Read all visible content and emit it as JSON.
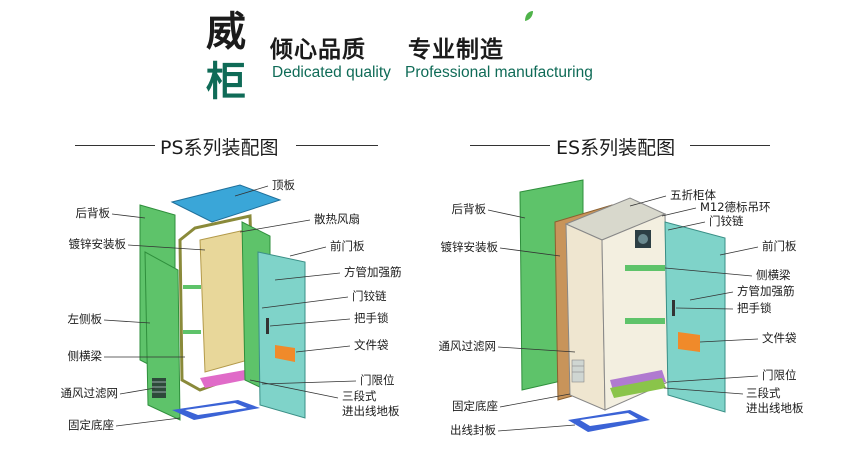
{
  "header": {
    "brand_char_1": "威",
    "brand_char_2": "柜",
    "slogan_cn_1": "倾心品质",
    "slogan_cn_2": "专业制造",
    "slogan_en_1": "Dedicated quality",
    "slogan_en_2": "Professional manufacturing"
  },
  "ps": {
    "title": "PS系列装配图",
    "labels_left": [
      "后背板",
      "镀锌安装板",
      "左侧板",
      "侧横梁",
      "通风过滤网",
      "固定底座"
    ],
    "labels_right": [
      "顶板",
      "散热风扇",
      "前门板",
      "方管加强筋",
      "门铰链",
      "把手锁",
      "文件袋",
      "门限位",
      "三段式",
      "进出线地板"
    ]
  },
  "es": {
    "title": "ES系列装配图",
    "labels_left": [
      "后背板",
      "镀锌安装板",
      "通风过滤网",
      "固定底座",
      "出线封板"
    ],
    "labels_right": [
      "五折柜体",
      "M12德标吊环",
      "门铰链",
      "前门板",
      "侧横梁",
      "方管加强筋",
      "把手锁",
      "文件袋",
      "门限位",
      "三段式",
      "进出线地板"
    ]
  },
  "colors": {
    "green_panel": "#5ec36a",
    "teal_door": "#7fd3c9",
    "blue_top": "#3aa6d8",
    "orange_pocket": "#f08a2a",
    "brown_plate": "#c8945a",
    "blue_base": "#3b63d6",
    "brand_green": "#0f6b57"
  }
}
